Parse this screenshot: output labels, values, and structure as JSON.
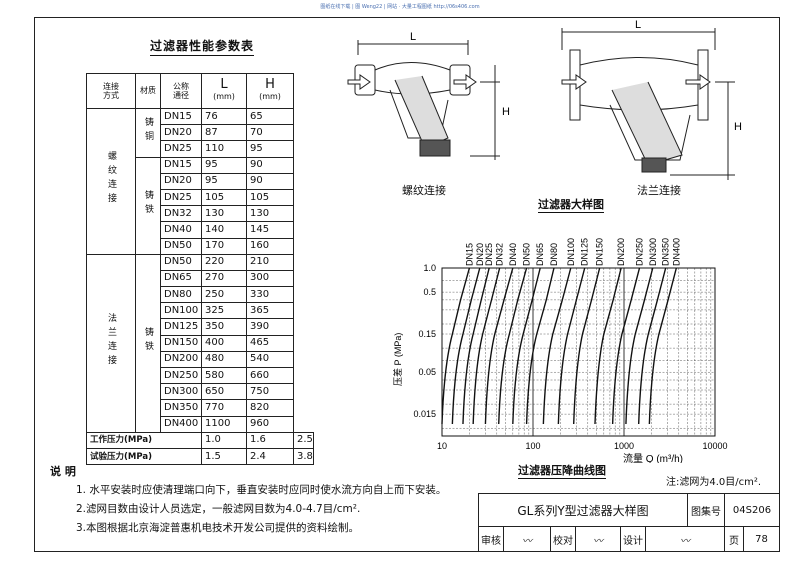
{
  "header_text": "图纸在线下载 | 图 Weng22 | 网站 · 大量工程图纸 http://06s406.com",
  "table": {
    "title": "过滤器性能参数表",
    "headers": {
      "conn": "连接方式",
      "material": "材质",
      "nominal": "公称通径",
      "L": "L",
      "H": "H",
      "unit": "(mm)"
    },
    "groups": [
      {
        "conn": "螺纹连接",
        "materials": [
          {
            "name": "铸铜",
            "rows": [
              [
                "DN15",
                "76",
                "65"
              ],
              [
                "DN20",
                "87",
                "70"
              ],
              [
                "DN25",
                "110",
                "95"
              ]
            ]
          },
          {
            "name": "铸铁",
            "rows": [
              [
                "DN15",
                "95",
                "90"
              ],
              [
                "DN20",
                "95",
                "90"
              ],
              [
                "DN25",
                "105",
                "105"
              ],
              [
                "DN32",
                "130",
                "130"
              ],
              [
                "DN40",
                "140",
                "145"
              ],
              [
                "DN50",
                "170",
                "160"
              ]
            ]
          }
        ]
      },
      {
        "conn": "法兰连接",
        "materials": [
          {
            "name": "铸铁",
            "rows": [
              [
                "DN50",
                "220",
                "210"
              ],
              [
                "DN65",
                "270",
                "300"
              ],
              [
                "DN80",
                "250",
                "330"
              ],
              [
                "DN100",
                "325",
                "365"
              ],
              [
                "DN125",
                "350",
                "390"
              ],
              [
                "DN150",
                "400",
                "465"
              ],
              [
                "DN200",
                "480",
                "540"
              ],
              [
                "DN250",
                "580",
                "660"
              ],
              [
                "DN300",
                "650",
                "750"
              ],
              [
                "DN350",
                "770",
                "820"
              ],
              [
                "DN400",
                "1100",
                "960"
              ]
            ]
          }
        ]
      }
    ],
    "work_pressure": {
      "label": "工作压力(MPa)",
      "values": [
        "1.0",
        "1.6",
        "2.5"
      ]
    },
    "test_pressure": {
      "label": "试验压力(MPa)",
      "values": [
        "1.5",
        "2.4",
        "3.8"
      ]
    }
  },
  "drawings": {
    "thread_label": "螺纹连接",
    "flange_label": "法兰连接",
    "big_title": "过滤器大样图",
    "dim_L": "L",
    "dim_H": "H"
  },
  "chart_data": {
    "type": "line",
    "title": "过滤器压降曲线图",
    "xlabel": "流量 Q (m³/h)",
    "ylabel": "压差 P (MPa)",
    "xscale": "log",
    "yscale": "log",
    "xlim": [
      10,
      10000
    ],
    "ylim": [
      0.008,
      1.0
    ],
    "x_ticks": [
      "10",
      "100",
      "1000",
      "10000"
    ],
    "y_ticks": [
      "1.0",
      "0.5",
      "0.15",
      "0.05",
      "0.015"
    ],
    "series": [
      {
        "name": "DN15",
        "x": [
          10,
          13,
          16,
          20
        ],
        "y": [
          0.06,
          0.15,
          0.4,
          1.0
        ]
      },
      {
        "name": "DN20",
        "x": [
          13,
          17,
          21,
          26
        ],
        "y": [
          0.06,
          0.15,
          0.4,
          1.0
        ]
      },
      {
        "name": "DN25",
        "x": [
          17,
          22,
          27,
          33
        ],
        "y": [
          0.06,
          0.15,
          0.4,
          1.0
        ]
      },
      {
        "name": "DN32",
        "x": [
          22,
          28,
          35,
          43
        ],
        "y": [
          0.06,
          0.15,
          0.4,
          1.0
        ]
      },
      {
        "name": "DN40",
        "x": [
          30,
          38,
          48,
          60
        ],
        "y": [
          0.06,
          0.15,
          0.4,
          1.0
        ]
      },
      {
        "name": "DN50",
        "x": [
          42,
          55,
          68,
          85
        ],
        "y": [
          0.06,
          0.15,
          0.4,
          1.0
        ]
      },
      {
        "name": "DN65",
        "x": [
          60,
          78,
          98,
          120
        ],
        "y": [
          0.06,
          0.15,
          0.4,
          1.0
        ]
      },
      {
        "name": "DN80",
        "x": [
          85,
          110,
          140,
          170
        ],
        "y": [
          0.06,
          0.15,
          0.4,
          1.0
        ]
      },
      {
        "name": "DN100",
        "x": [
          130,
          165,
          210,
          260
        ],
        "y": [
          0.06,
          0.15,
          0.4,
          1.0
        ]
      },
      {
        "name": "DN125",
        "x": [
          190,
          240,
          300,
          370
        ],
        "y": [
          0.06,
          0.15,
          0.4,
          1.0
        ]
      },
      {
        "name": "DN150",
        "x": [
          280,
          350,
          440,
          540
        ],
        "y": [
          0.06,
          0.15,
          0.4,
          1.0
        ]
      },
      {
        "name": "DN200",
        "x": [
          480,
          600,
          760,
          930
        ],
        "y": [
          0.06,
          0.15,
          0.4,
          1.0
        ]
      },
      {
        "name": "DN250",
        "x": [
          750,
          950,
          1200,
          1480
        ],
        "y": [
          0.06,
          0.15,
          0.4,
          1.0
        ]
      },
      {
        "name": "DN300",
        "x": [
          1050,
          1330,
          1680,
          2070
        ],
        "y": [
          0.06,
          0.15,
          0.4,
          1.0
        ]
      },
      {
        "name": "DN350",
        "x": [
          1450,
          1850,
          2330,
          2870
        ],
        "y": [
          0.06,
          0.15,
          0.4,
          1.0
        ]
      },
      {
        "name": "DN400",
        "x": [
          1900,
          2420,
          3050,
          3760
        ],
        "y": [
          0.06,
          0.15,
          0.4,
          1.0
        ]
      }
    ]
  },
  "chart_note": "注:滤网为4.0目/cm².",
  "notes": {
    "heading": "说 明",
    "items": [
      "1. 水平安装时应使清理端口向下，垂直安装时应同时使水流方向自上而下安装。",
      "2.滤网目数由设计人员选定，一般滤网目数为4.0-4.7目/cm².",
      "3.本图根据北京海淀普惠机电技术开发公司提供的资料绘制。"
    ]
  },
  "title_block": {
    "name": "GL系列Y型过滤器大样图",
    "atlas_label": "图集号",
    "atlas_no": "04S206",
    "review": "审核",
    "check": "校对",
    "design": "设计",
    "page_label": "页",
    "page_no": "78"
  }
}
